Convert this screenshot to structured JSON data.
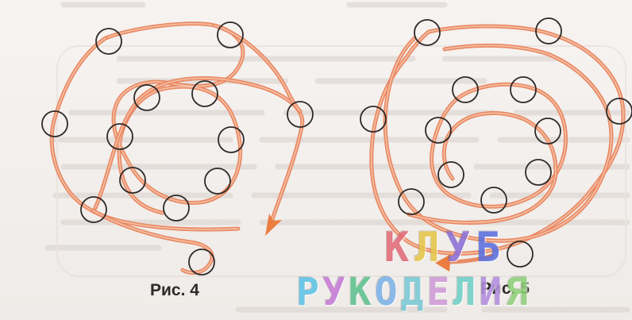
{
  "figures": [
    {
      "caption": "Рис. 4"
    },
    {
      "caption": "Рис. 5"
    }
  ],
  "watermark": {
    "line1": [
      "К",
      "Л",
      "У",
      "Б"
    ],
    "line2": [
      "Р",
      "У",
      "К",
      "О",
      "Д",
      "Е",
      "Л",
      "И",
      "Я"
    ],
    "line1_colors": [
      "#e26b78",
      "#e6c64a",
      "#8c6fd6",
      "#5b6fe0"
    ],
    "line2_colors": [
      "#5ec3e6",
      "#c57ad6",
      "#5ec28e",
      "#7db3e8",
      "#79c9d6",
      "#d19ad9",
      "#6fd0c8",
      "#b38ee0",
      "#8fd07a"
    ]
  },
  "colors": {
    "background": "#f3f0ee",
    "cord": "#e98a64",
    "cord_highlight": "#f6c3a9",
    "arrow": "#ea7d3f",
    "bead_outline": "#2d2a2a"
  }
}
